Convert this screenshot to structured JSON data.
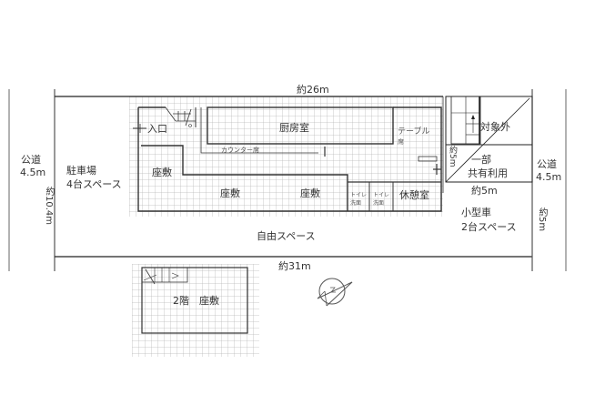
{
  "dimensions": {
    "top_width": "約26m",
    "bottom_width": "約31m",
    "left_depth": "約10.4m",
    "right_depth": "約5m",
    "annex_depth": "約5m",
    "annex_width": "約5m"
  },
  "roads": {
    "left": {
      "name": "公道",
      "width": "4.5m"
    },
    "right": {
      "name": "公道",
      "width": "4.5m"
    }
  },
  "areas": {
    "parking_main": {
      "line1": "駐車場",
      "line2": "4台スペース"
    },
    "parking_small": {
      "line1": "小型車",
      "line2": "2台スペース"
    },
    "free_space": "自由スペース",
    "excluded": "対象外",
    "shared": {
      "line1": "一部",
      "line2": "共有利用"
    }
  },
  "rooms": {
    "entrance": "入口",
    "kitchen": "厨房室",
    "counter": "カウンター席",
    "table_seats": {
      "line1": "テーブル",
      "line2": "席"
    },
    "zashiki_1": "座敷",
    "zashiki_2": "座敷",
    "zashiki_3": "座敷",
    "toilet_1": {
      "line1": "トイレ",
      "line2": "洗面"
    },
    "toilet_2": {
      "line1": "トイレ",
      "line2": "洗面"
    },
    "break_room": "休憩室"
  },
  "second_floor": {
    "label": "2階　座敷"
  },
  "symbols": {
    "compass": "compass-north-arrow"
  },
  "colors": {
    "wall": "#333333",
    "line": "#222222",
    "road": "#999999",
    "grid": "#cccccc"
  }
}
